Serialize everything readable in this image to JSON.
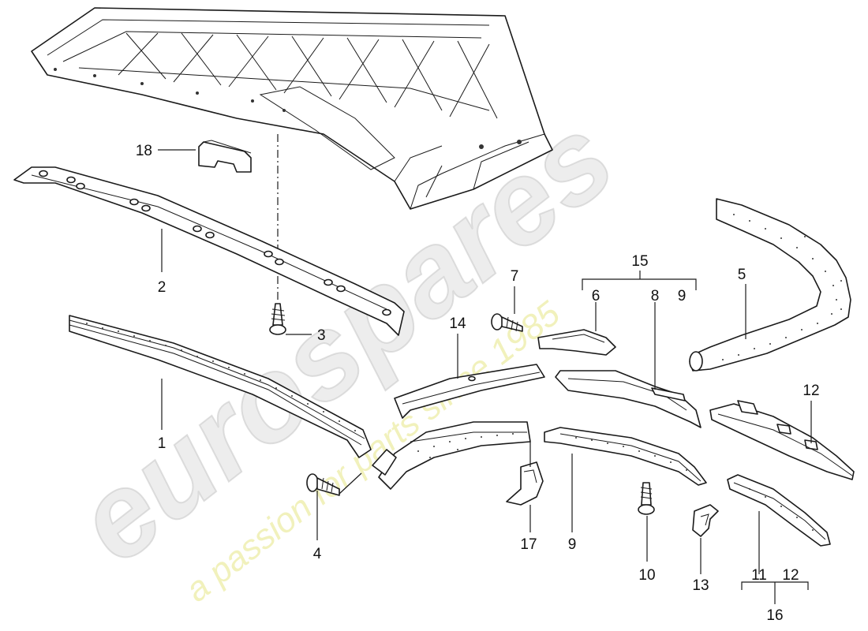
{
  "watermark": {
    "brand": "eurospares",
    "tagline": "a passion for parts since 1985",
    "brand_color": "#d9d9d9",
    "tagline_color": "#e8e89a"
  },
  "callouts": {
    "c1": "1",
    "c2": "2",
    "c3": "3",
    "c4": "4",
    "c5": "5",
    "c6": "6",
    "c7": "7",
    "c8": "8",
    "c9a": "9",
    "c9b": "9",
    "c10": "10",
    "c11": "11",
    "c12a": "12",
    "c12b": "12",
    "c13": "13",
    "c14": "14",
    "c15": "15",
    "c16": "16",
    "c17": "17",
    "c18": "18"
  }
}
